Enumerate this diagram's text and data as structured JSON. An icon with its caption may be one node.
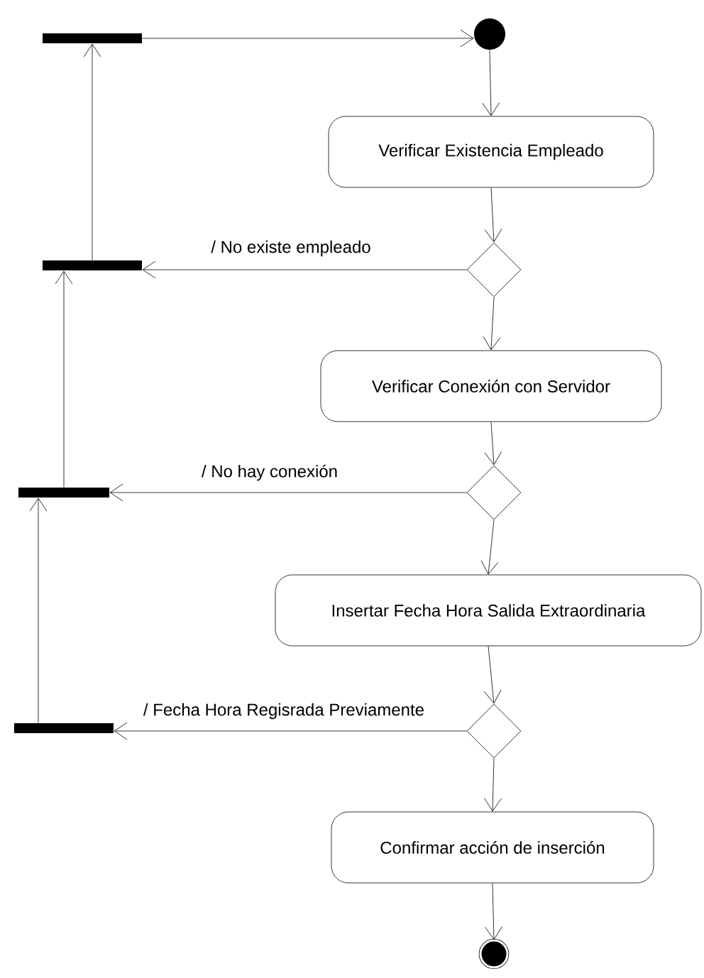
{
  "diagram": {
    "nodes": [
      {
        "text": [],
        "shape": "bar"
      },
      {
        "text": [],
        "shape": "circle"
      },
      {
        "text": [
          "Verificar Existencia Empleado"
        ]
      },
      {
        "text": [],
        "shape": "bar"
      },
      {
        "text": [],
        "shape": "diamond"
      },
      {
        "text": [
          "Verificar Conexión con Servidor"
        ]
      },
      {
        "text": [],
        "shape": "bar"
      },
      {
        "text": [],
        "shape": "diamond"
      },
      {
        "text": [
          "Insertar Fecha Hora Salida Extraordinaria"
        ]
      },
      {
        "text": [],
        "shape": "bar"
      },
      {
        "text": [],
        "shape": "diamond"
      },
      {
        "text": [
          "Confirmar acción de inserción"
        ]
      },
      {
        "text": [],
        "shape": "final"
      }
    ],
    "edges": [
      {
        "from": 0,
        "to": 1,
        "arrow": "to"
      },
      {
        "from": 1,
        "to": 2,
        "arrow": "to"
      },
      {
        "from": 2,
        "to": 4,
        "arrow": "to"
      },
      {
        "from": 4,
        "to": 3,
        "arrow": "to",
        "label": "/ No existe empleado"
      },
      {
        "from": 3,
        "to": 0,
        "arrow": "to"
      },
      {
        "from": 4,
        "to": 5,
        "arrow": "to"
      },
      {
        "from": 5,
        "to": 7,
        "arrow": "to"
      },
      {
        "from": 7,
        "to": 6,
        "arrow": "to",
        "label": "/ No hay conexión"
      },
      {
        "from": 6,
        "to": 3,
        "arrow": "to"
      },
      {
        "from": 7,
        "to": 8,
        "arrow": "to"
      },
      {
        "from": 8,
        "to": 10,
        "arrow": "to"
      },
      {
        "from": 10,
        "to": 9,
        "arrow": "to",
        "label": "/ Fecha Hora Regisrada Previamente"
      },
      {
        "from": 9,
        "to": 6,
        "arrow": "to"
      },
      {
        "from": 10,
        "to": 11,
        "arrow": "to"
      },
      {
        "from": 11,
        "to": 12,
        "arrow": "to"
      }
    ]
  }
}
